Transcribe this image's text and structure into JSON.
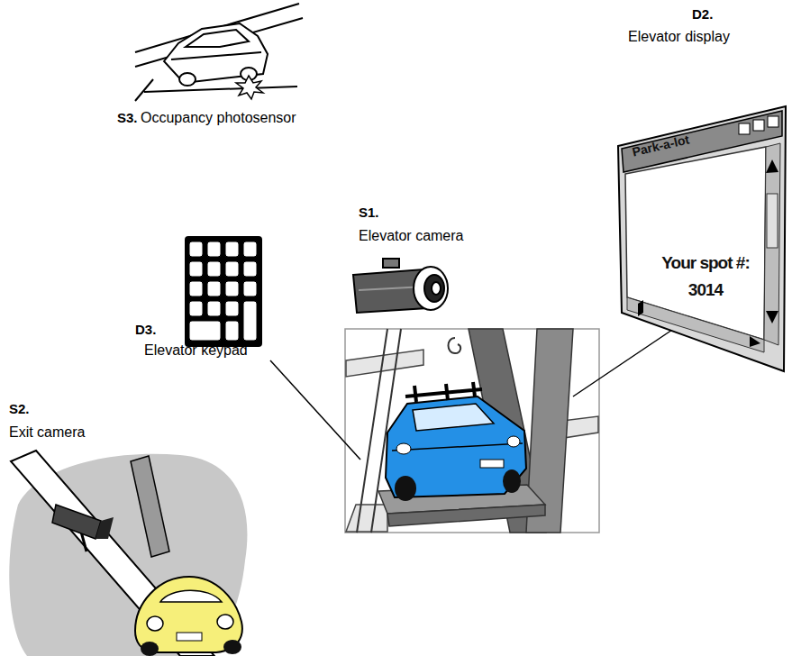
{
  "diagram": {
    "nodes": [
      {
        "text": [
          "Park-a-lot",
          "Your spot #: 3014"
        ]
      }
    ],
    "labels": [
      "S3.",
      "Occupancy photosensor",
      "D2.",
      "Elevator display",
      "S1.",
      "Elevator camera",
      "D3.",
      "Elevator keypad",
      "S2.",
      "Exit camera"
    ]
  }
}
